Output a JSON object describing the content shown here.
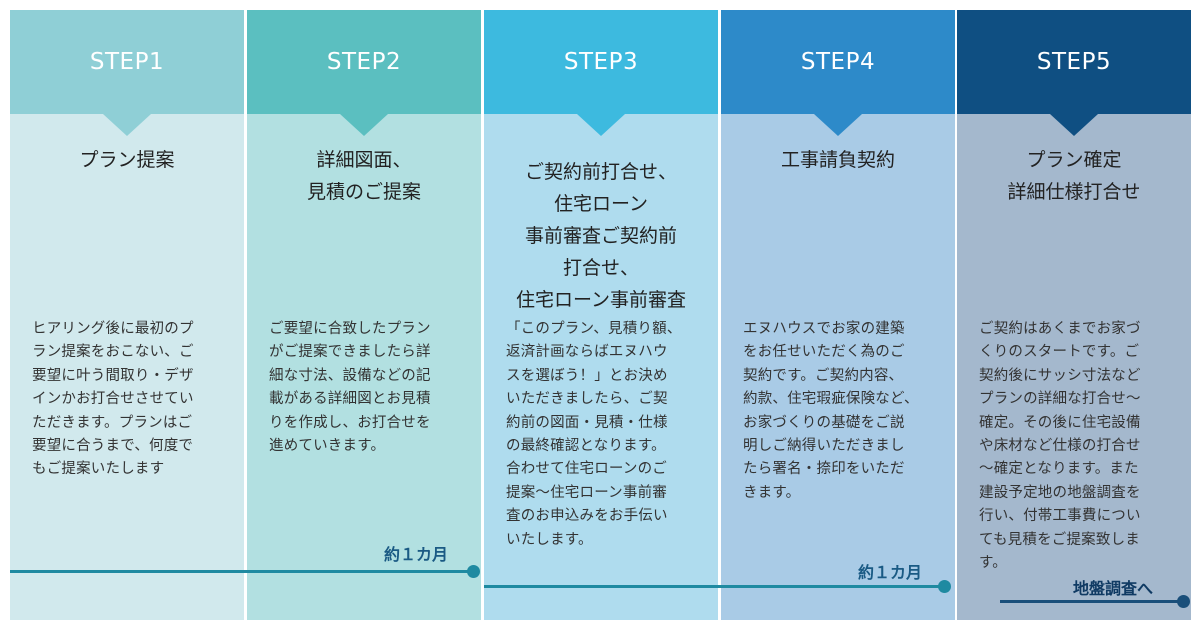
{
  "steps": [
    {
      "label": "STEP1",
      "title": "プラン提案",
      "description": "ヒアリング後に最初のプ\nラン提案をおこない、ご\n要望に叶う間取り・デザ\nインかお打合せさせてい\nただきます。プランはご\n要望に合うまで、何度で\nもご提案いたします",
      "header_color": "#8fcfd6",
      "body_color": "#d1e9ed"
    },
    {
      "label": "STEP2",
      "title": "詳細図面、\n見積のご提案",
      "description": "ご要望に合致したプラン\nがご提案できましたら詳\n細な寸法、設備などの記\n載がある詳細図とお見積\nりを作成し、お打合せを\n進めていきます。",
      "header_color": "#5bbfc0",
      "body_color": "#b2e0e1"
    },
    {
      "label": "STEP3",
      "title": "ご契約前打合せ、\n住宅ローン\n事前審査ご契約前\n打合せ、\n住宅ローン事前審査",
      "description": "「このプラン、見積り額、\n返済計画ならばエヌハウ\nスを選ぼう！」とお決め\nいただきましたら、ご契\n約前の図面・見積・仕様\nの最終確認となります。\n合わせて住宅ローンのご\n提案～住宅ローン事前審\n査のお申込みをお手伝い\nいたします。",
      "header_color": "#3dbadf",
      "body_color": "#afdcee"
    },
    {
      "label": "STEP4",
      "title": "工事請負契約",
      "description": "エヌハウスでお家の建築\nをお任せいただく為のご\n契約です。ご契約内容、\n約款、住宅瑕疵保険など、\nお家づくりの基礎をご説\n明しご納得いただきまし\nたら署名・捺印をいただ\nきます。",
      "header_color": "#2d8ac9",
      "body_color": "#a9cbe6"
    },
    {
      "label": "STEP5",
      "title": "プラン確定\n詳細仕様打合せ",
      "description": "ご契約はあくまでお家づ\nくりのスタートです。ご\n契約後にサッシ寸法など\nプランの詳細な打合せ～\n確定。その後に住宅設備\nや床材など仕様の打合せ\n～確定となります。また\n建設予定地の地盤調査を\n行い、付帯工事費につい\nても見積をご提案致しま\nす。",
      "header_color": "#0f4f82",
      "body_color": "#a4b8cd"
    }
  ],
  "timeline": {
    "label_1": "約１カ月",
    "label_2": "約１カ月",
    "label_3": "地盤調査へ"
  }
}
